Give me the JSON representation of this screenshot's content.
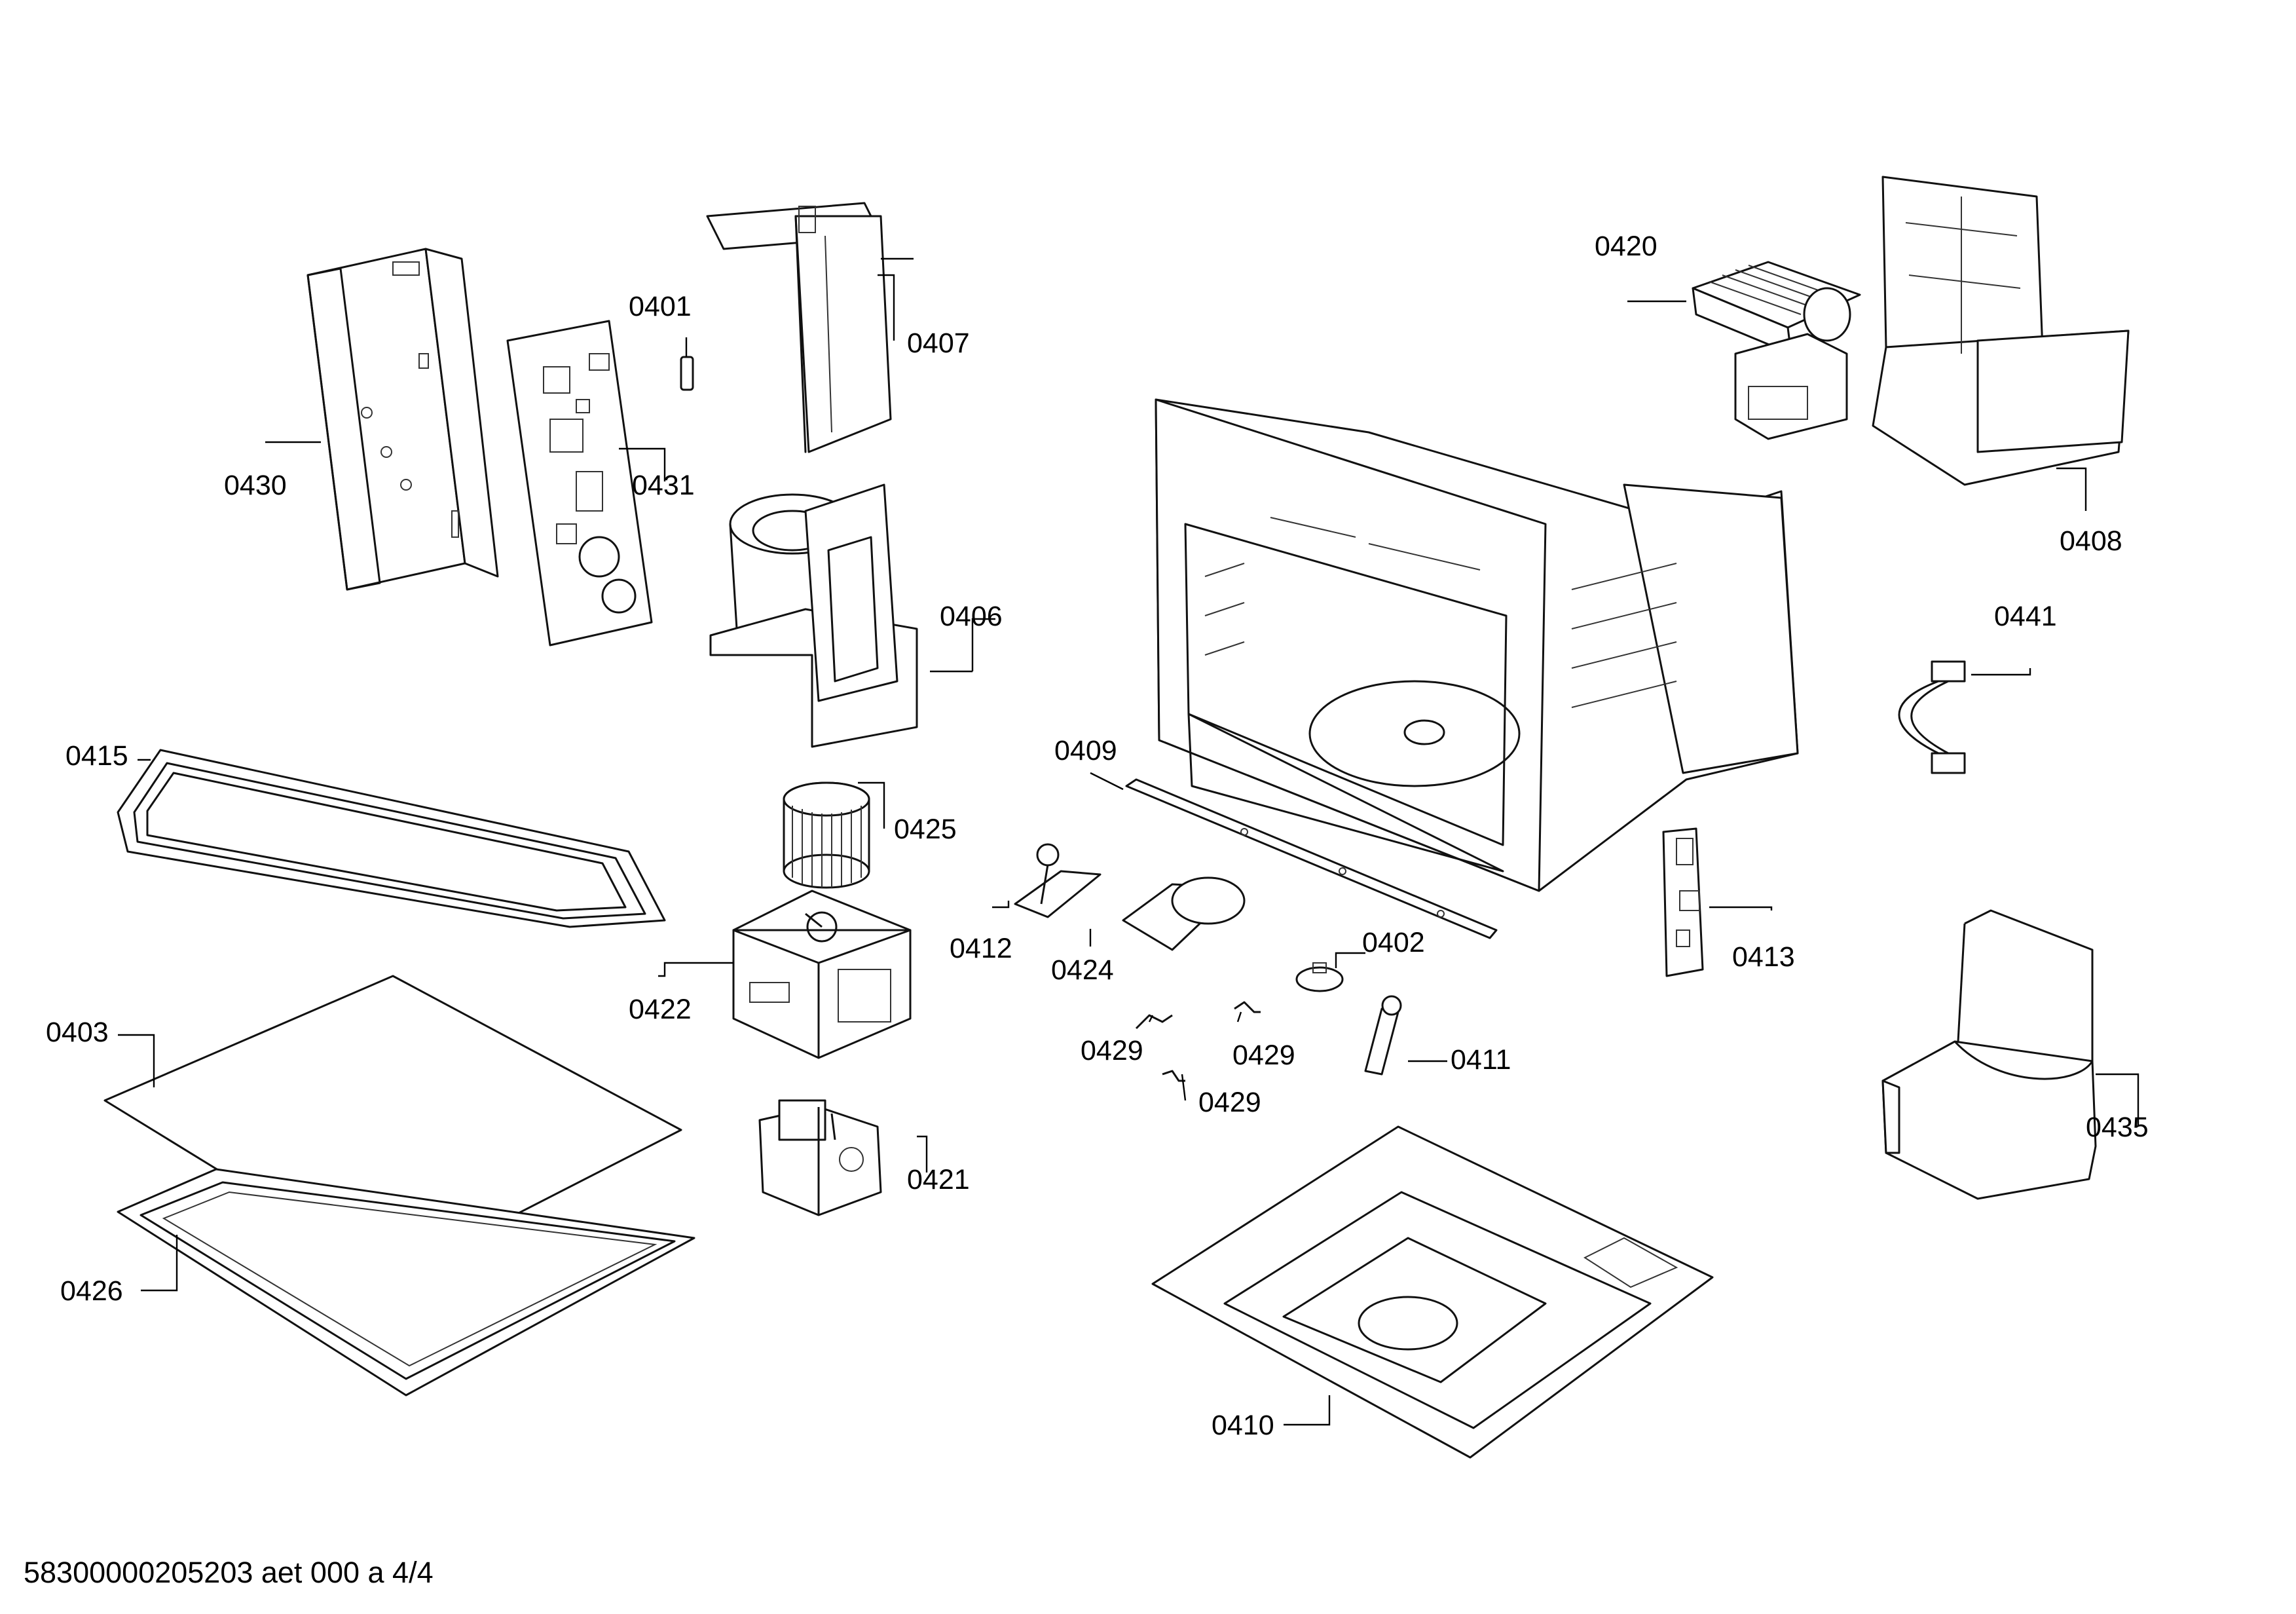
{
  "footer_text": "58300000205203 aet 000 a 4/4",
  "parts": [
    {
      "id": "0401"
    },
    {
      "id": "0402"
    },
    {
      "id": "0403"
    },
    {
      "id": "0406"
    },
    {
      "id": "0407"
    },
    {
      "id": "0408"
    },
    {
      "id": "0409"
    },
    {
      "id": "0410"
    },
    {
      "id": "0411"
    },
    {
      "id": "0412"
    },
    {
      "id": "0413"
    },
    {
      "id": "0415"
    },
    {
      "id": "0420"
    },
    {
      "id": "0421"
    },
    {
      "id": "0422"
    },
    {
      "id": "0424"
    },
    {
      "id": "0425"
    },
    {
      "id": "0426"
    },
    {
      "id": "0429a",
      "label": "0429"
    },
    {
      "id": "0429b",
      "label": "0429"
    },
    {
      "id": "0429c",
      "label": "0429"
    },
    {
      "id": "0430"
    },
    {
      "id": "0431"
    },
    {
      "id": "0435"
    },
    {
      "id": "0441"
    }
  ],
  "part_labels": {
    "0401": "0401",
    "0402": "0402",
    "0403": "0403",
    "0406": "0406",
    "0407": "0407",
    "0408": "0408",
    "0409": "0409",
    "0410": "0410",
    "0411": "0411",
    "0412": "0412",
    "0413": "0413",
    "0415": "0415",
    "0420": "0420",
    "0421": "0421",
    "0422": "0422",
    "0424": "0424",
    "0425": "0425",
    "0426": "0426",
    "0429a": "0429",
    "0429b": "0429",
    "0429c": "0429",
    "0430": "0430",
    "0431": "0431",
    "0435": "0435",
    "0441": "0441"
  }
}
